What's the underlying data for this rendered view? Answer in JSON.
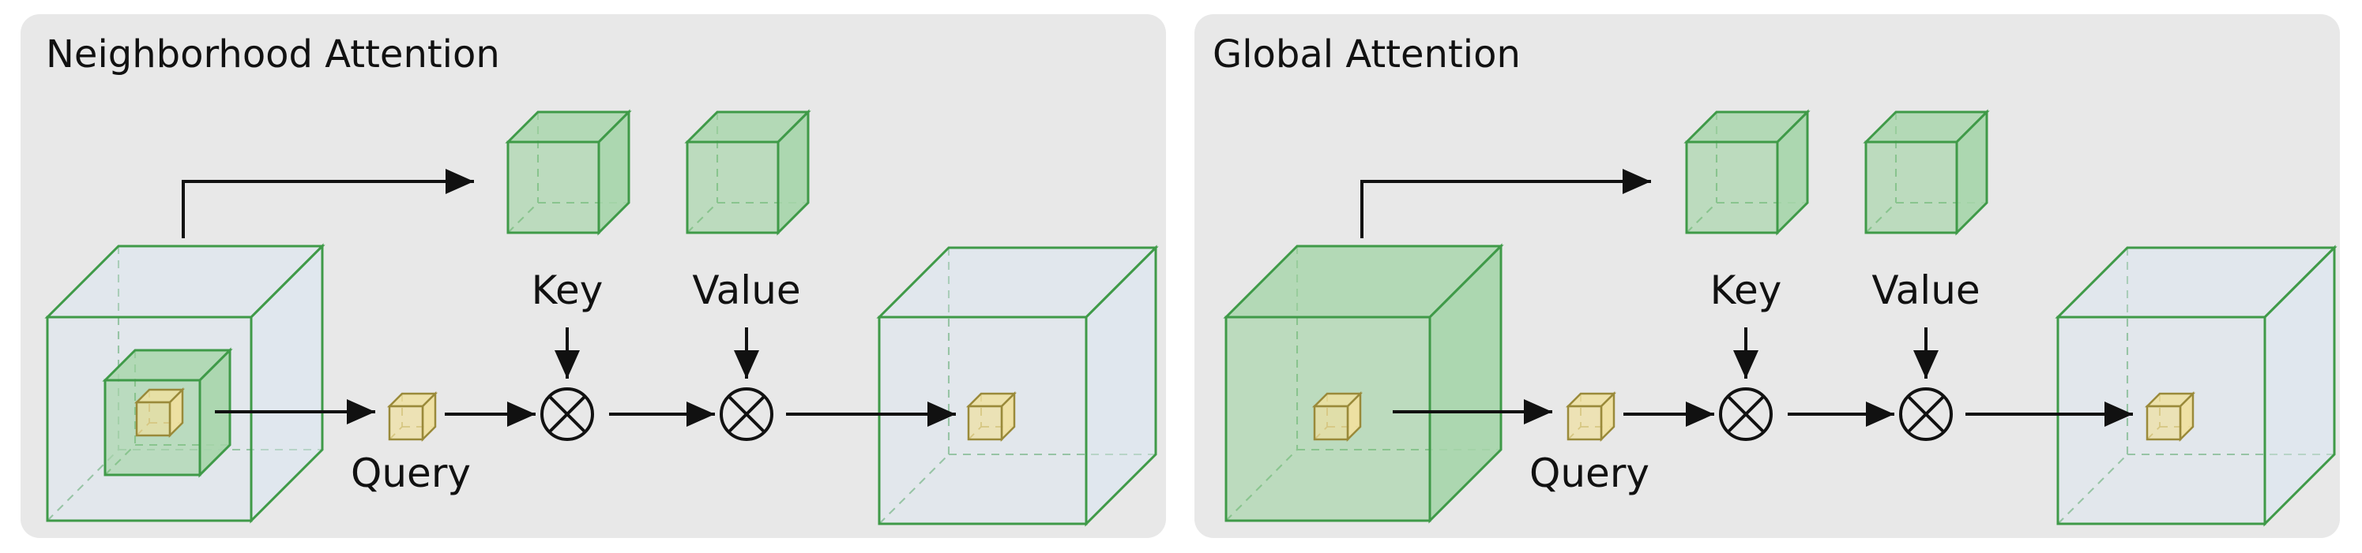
{
  "panels": [
    {
      "title": "Neighborhood Attention",
      "labels": {
        "key": "Key",
        "value": "Value",
        "query": "Query"
      }
    },
    {
      "title": "Global Attention",
      "labels": {
        "key": "Key",
        "value": "Value",
        "query": "Query"
      }
    }
  ],
  "colors": {
    "panel_background": "#e8e8e8",
    "input_cube_face": "#dde6ef",
    "green_face": "#a9d6ad",
    "green_edge": "#3f9a48",
    "query_face": "#efe0a0",
    "query_edge": "#9a8a3a",
    "arrow": "#111111"
  },
  "operators": [
    "multiply",
    "multiply"
  ]
}
